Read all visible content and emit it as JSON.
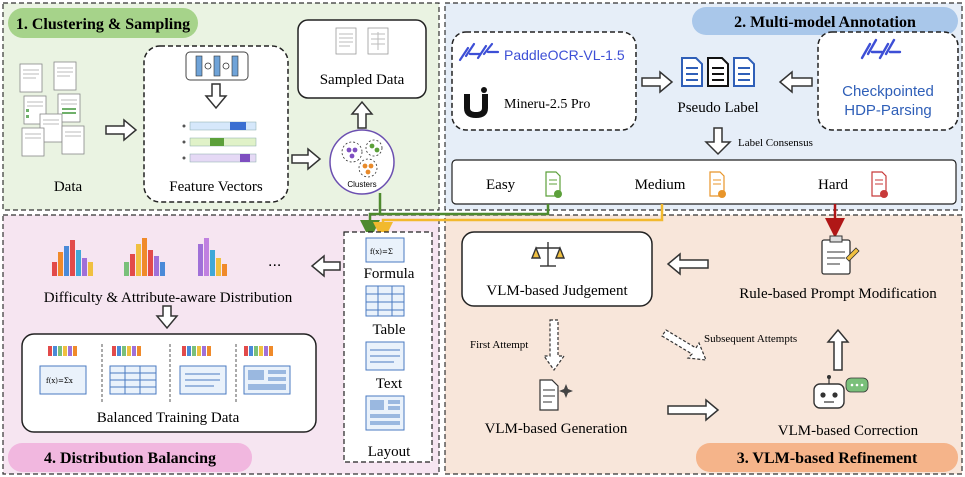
{
  "panels": {
    "p1": {
      "title": "1. Clustering & Sampling",
      "data_label": "Data",
      "feature_label": "Feature Vectors",
      "sampled_label": "Sampled Data",
      "clusters_label": "Clusters"
    },
    "p2": {
      "title": "2. Multi-model Annotation",
      "model_a": "PaddleOCR-VL-1.5",
      "model_b": "Mineru-2.5 Pro",
      "pseudo_label": "Pseudo Label",
      "ckpt_line1": "Checkpointed",
      "ckpt_line2": "HDP-Parsing",
      "consensus": "Label Consensus",
      "easy": "Easy",
      "medium": "Medium",
      "hard": "Hard"
    },
    "p3": {
      "title": "3. VLM-based Refinement",
      "judgement": "VLM-based Judgement",
      "rule_prompt": "Rule-based Prompt Modification",
      "first_attempt": "First Attempt",
      "subsequent": "Subsequent Attempts",
      "generation": "VLM-based Generation",
      "correction": "VLM-based Correction"
    },
    "p4": {
      "title": "4. Distribution Balancing",
      "ellipsis": "...",
      "distribution": "Difficulty & Attribute-aware Distribution",
      "balanced": "Balanced Training Data",
      "formula": "Formula",
      "table": "Table",
      "text": "Text",
      "layout": "Layout"
    }
  },
  "colors": {
    "panel1_bg": "#eaf3e2",
    "panel2_bg": "#e6eef8",
    "panel3_bg": "#f8e6da",
    "panel4_bg": "#f6e5f1",
    "title1_bg": "#a6d38a",
    "title2_bg": "#a9c7ea",
    "title3_bg": "#f5b48a",
    "title4_bg": "#f1b7df",
    "green_arrow": "#4e8a2e",
    "yellow_arrow": "#f2b92e",
    "red_arrow": "#b01717",
    "paddle_blue": "#3d4fd6"
  }
}
